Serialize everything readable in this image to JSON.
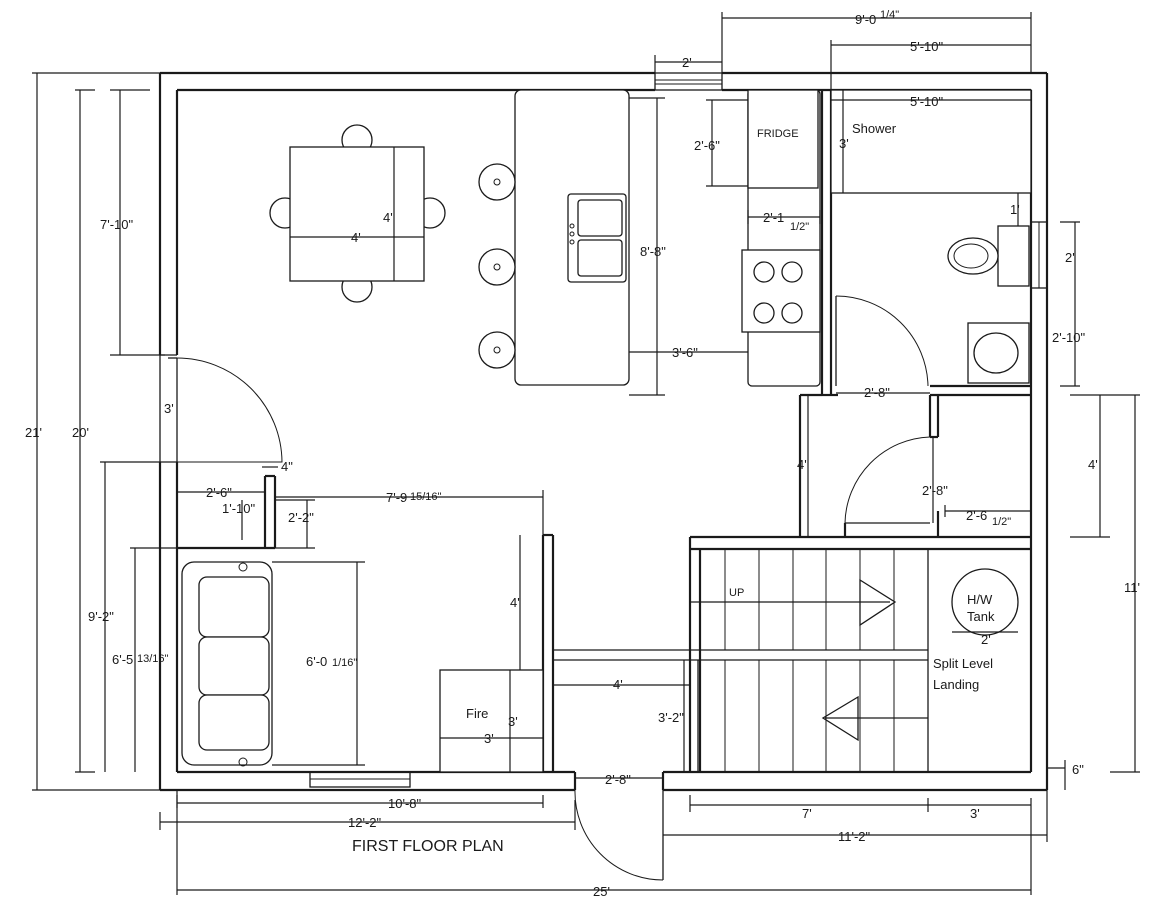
{
  "title": "FIRST FLOOR PLAN",
  "rooms": {
    "fridge": "FRIDGE",
    "shower": "Shower",
    "fire": "Fire",
    "up": "UP",
    "hw_tank_line1": "H/W",
    "hw_tank_line2": "Tank",
    "split_level_line1": "Split Level",
    "split_level_line2": "Landing"
  },
  "dimensions": {
    "top_overall": "9'-0",
    "top_overall_frac": "1/4\"",
    "shower_width_top": "5'-10\"",
    "shower_width_inner": "5'-10\"",
    "window_top": "2'",
    "fridge_depth": "2'-6\"",
    "shower_depth": "3'",
    "fridge_width": "2'-1",
    "fridge_width_frac": "1/2\"",
    "toilet_clear": "1'",
    "toilet_width": "2'",
    "vanity_width": "2'-10\"",
    "island_length": "8'-8\"",
    "island_clear": "3'-6\"",
    "table_w": "4'",
    "table_h": "4'",
    "left_upper": "7'-10\"",
    "door_left": "3'",
    "left_total": "20'",
    "overall_height": "21'",
    "bath_door": "2'-8\"",
    "hall_height": "4'",
    "hall_right": "4'",
    "hall_door": "2'-8\"",
    "hall_wall": "2'-6",
    "hall_wall_frac": "1/2\"",
    "right_total": "11'",
    "closet_w": "2'-6\"",
    "closet_small": "4\"",
    "closet_depth": "1'-10\"",
    "closet_side": "2'-2\"",
    "living_width": "7'-9",
    "living_width_frac": "15/16\"",
    "left_lower": "9'-2\"",
    "sofa_offset": "6'-5",
    "sofa_offset_frac": "13/16\"",
    "sofa_length": "6'-0",
    "sofa_length_frac": "1/16\"",
    "wall_4": "4'",
    "wall_4b": "4'",
    "fire_w": "3'",
    "fire_h": "3'",
    "stair_clear": "3'-2\"",
    "entry_door": "2'-8\"",
    "tank_w": "2'",
    "bottom_right_offset": "6\"",
    "bottom_10_8": "10'-8\"",
    "bottom_12_2": "12'-2\"",
    "bottom_7": "7'",
    "bottom_3": "3'",
    "bottom_11_2": "11'-2\"",
    "bottom_overall": "25'"
  }
}
